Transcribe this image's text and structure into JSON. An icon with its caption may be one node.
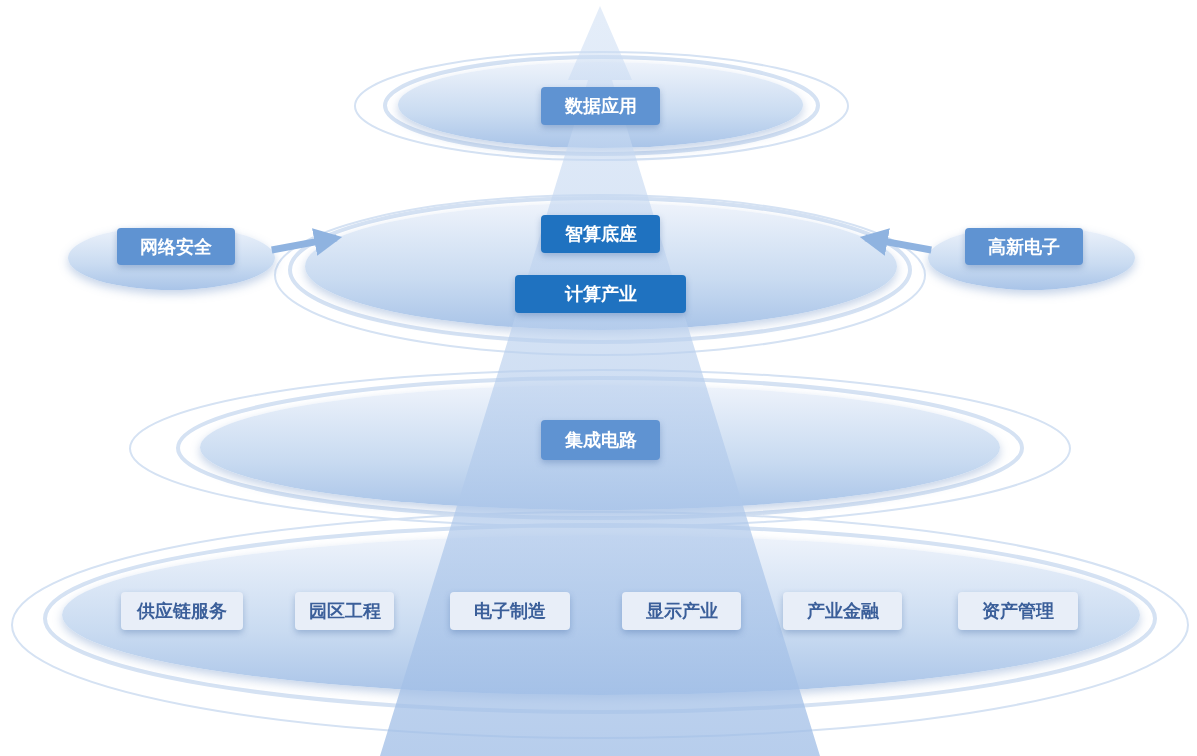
{
  "diagram": {
    "nodes": [
      {
        "text": [],
        "shape": "ellipse"
      },
      {
        "text": [
          "数据应用"
        ],
        "in": 0
      },
      {
        "text": [],
        "shape": "ellipse"
      },
      {
        "text": [
          "网络安全"
        ],
        "in": 2
      },
      {
        "text": [],
        "shape": "ellipse"
      },
      {
        "text": [
          "智算底座"
        ],
        "in": 4
      },
      {
        "text": [
          "计算产业"
        ],
        "in": 4
      },
      {
        "text": [],
        "shape": "ellipse"
      },
      {
        "text": [
          "高新电子"
        ],
        "in": 7
      },
      {
        "text": [],
        "shape": "ellipse"
      },
      {
        "text": [
          "集成电路"
        ],
        "in": 9
      },
      {
        "text": [],
        "shape": "ellipse"
      },
      {
        "text": [
          "供应链服务"
        ],
        "in": 11
      },
      {
        "text": [
          "园区工程"
        ],
        "in": 11
      },
      {
        "text": [
          "电子制造"
        ],
        "in": 11
      },
      {
        "text": [
          "显示产业"
        ],
        "in": 11
      },
      {
        "text": [
          "产业金融"
        ],
        "in": 11
      },
      {
        "text": [
          "资产管理"
        ],
        "in": 11
      }
    ],
    "edges": [
      {
        "from": 2,
        "to": 4,
        "arrow": "to"
      },
      {
        "from": 7,
        "to": 4,
        "arrow": "to"
      }
    ]
  }
}
